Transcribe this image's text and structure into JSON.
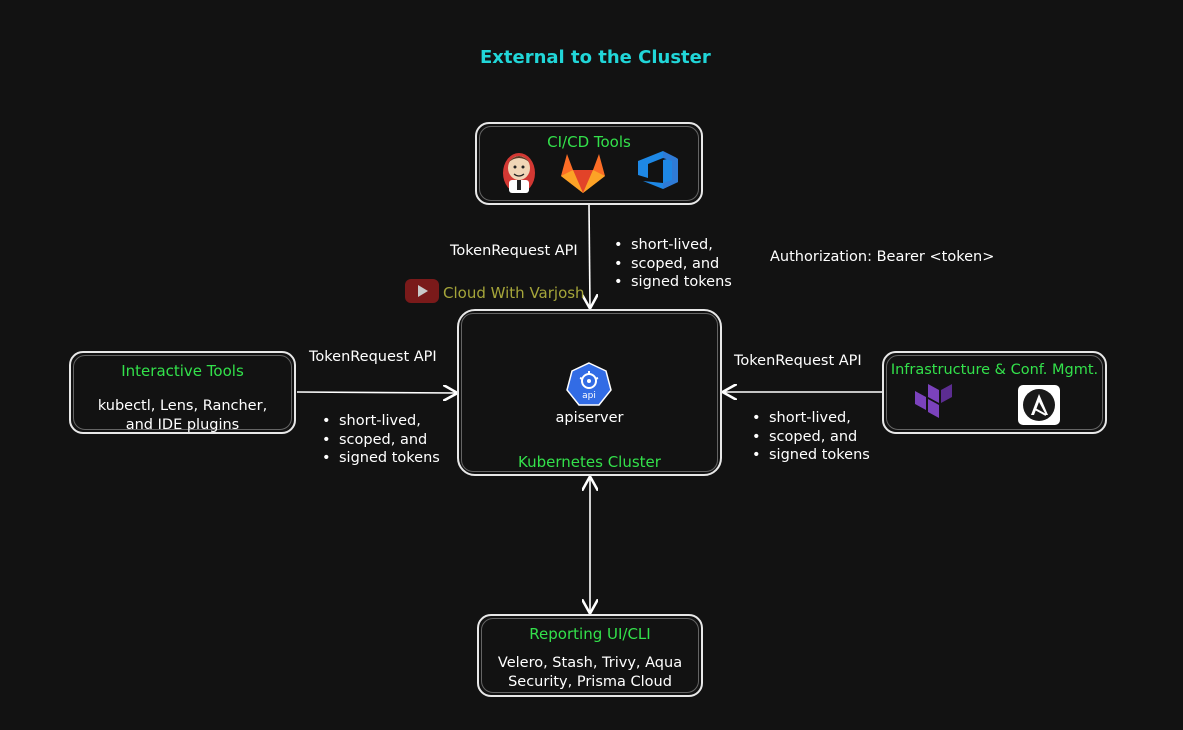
{
  "title": "External to the Cluster",
  "cicd": {
    "label": "CI/CD Tools",
    "icons": [
      "jenkins-icon",
      "gitlab-icon",
      "azure-devops-icon"
    ]
  },
  "cluster": {
    "api_badge": "api",
    "apiserver": "apiserver",
    "label": "Kubernetes Cluster"
  },
  "interactive": {
    "label": "Interactive Tools",
    "line1": "kubectl, Lens, Rancher,",
    "line2": "and IDE plugins"
  },
  "infra": {
    "label": "Infrastructure & Conf. Mgmt.",
    "icons": [
      "terraform-icon",
      "ansible-icon"
    ]
  },
  "reporting": {
    "label": "Reporting UI/CLI",
    "line1": "Velero, Stash, Trivy, Aqua",
    "line2": "Security, Prisma Cloud"
  },
  "connections": {
    "top_api": "TokenRequest API",
    "left_api": "TokenRequest API",
    "right_api": "TokenRequest API",
    "auth_header": "Authorization: Bearer <token>",
    "token_props": [
      "short-lived,",
      "scoped, and",
      "signed tokens"
    ]
  },
  "watermark": "Cloud With Varjosh",
  "colors": {
    "background": "#121212",
    "title": "#21d6d8",
    "labels": "#33e14b",
    "watermark": "#a5a53a"
  }
}
